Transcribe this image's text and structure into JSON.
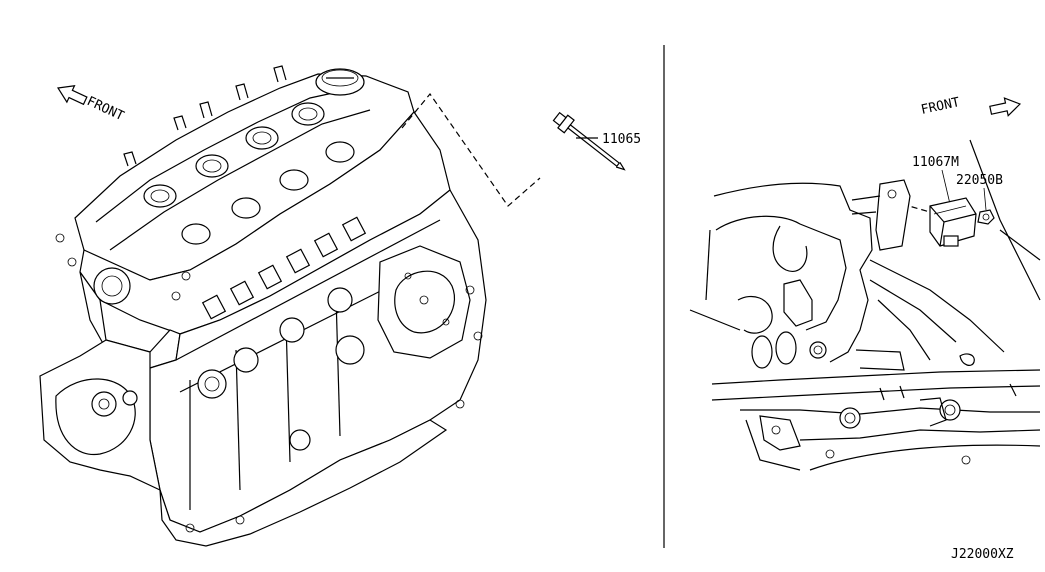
{
  "left_panel": {
    "front_label": "FRONT",
    "part_glow_plug": "11065"
  },
  "right_panel": {
    "front_label": "FRONT",
    "part_controller": "11067M",
    "part_nut": "22050B"
  },
  "figure_code": "J22000XZ",
  "icons": {
    "left_arrow": "front-arrow-left-icon",
    "right_arrow": "front-arrow-right-icon"
  }
}
